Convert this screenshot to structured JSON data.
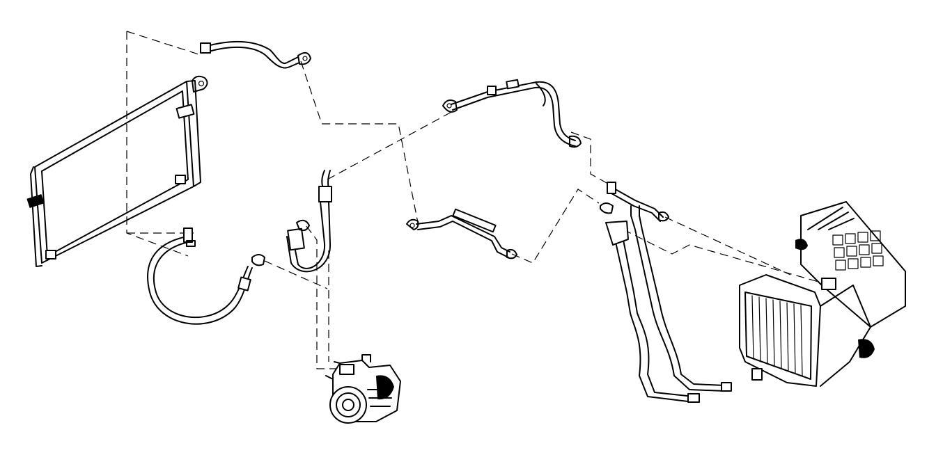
{
  "diagram": {
    "kind": "exploded-view",
    "subject": "air-conditioning-refrigerant-lines",
    "labels": [],
    "components": [
      {
        "id": "condenser",
        "icon": "condenser-panel-icon"
      },
      {
        "id": "condenser-upper-pipe",
        "icon": "pipe-icon"
      },
      {
        "id": "condenser-lower-hose",
        "icon": "hose-icon"
      },
      {
        "id": "compressor-suction-hose",
        "icon": "hose-icon"
      },
      {
        "id": "compressor",
        "icon": "compressor-icon"
      },
      {
        "id": "upper-center-pipe",
        "icon": "pipe-icon"
      },
      {
        "id": "lower-center-pipe",
        "icon": "pipe-icon"
      },
      {
        "id": "evaporator-feed-pipes",
        "icon": "pipe-icon"
      },
      {
        "id": "evaporator-unit",
        "icon": "evaporator-housing-icon"
      }
    ],
    "colors": {
      "ink": "#000000",
      "background": "#ffffff"
    }
  }
}
